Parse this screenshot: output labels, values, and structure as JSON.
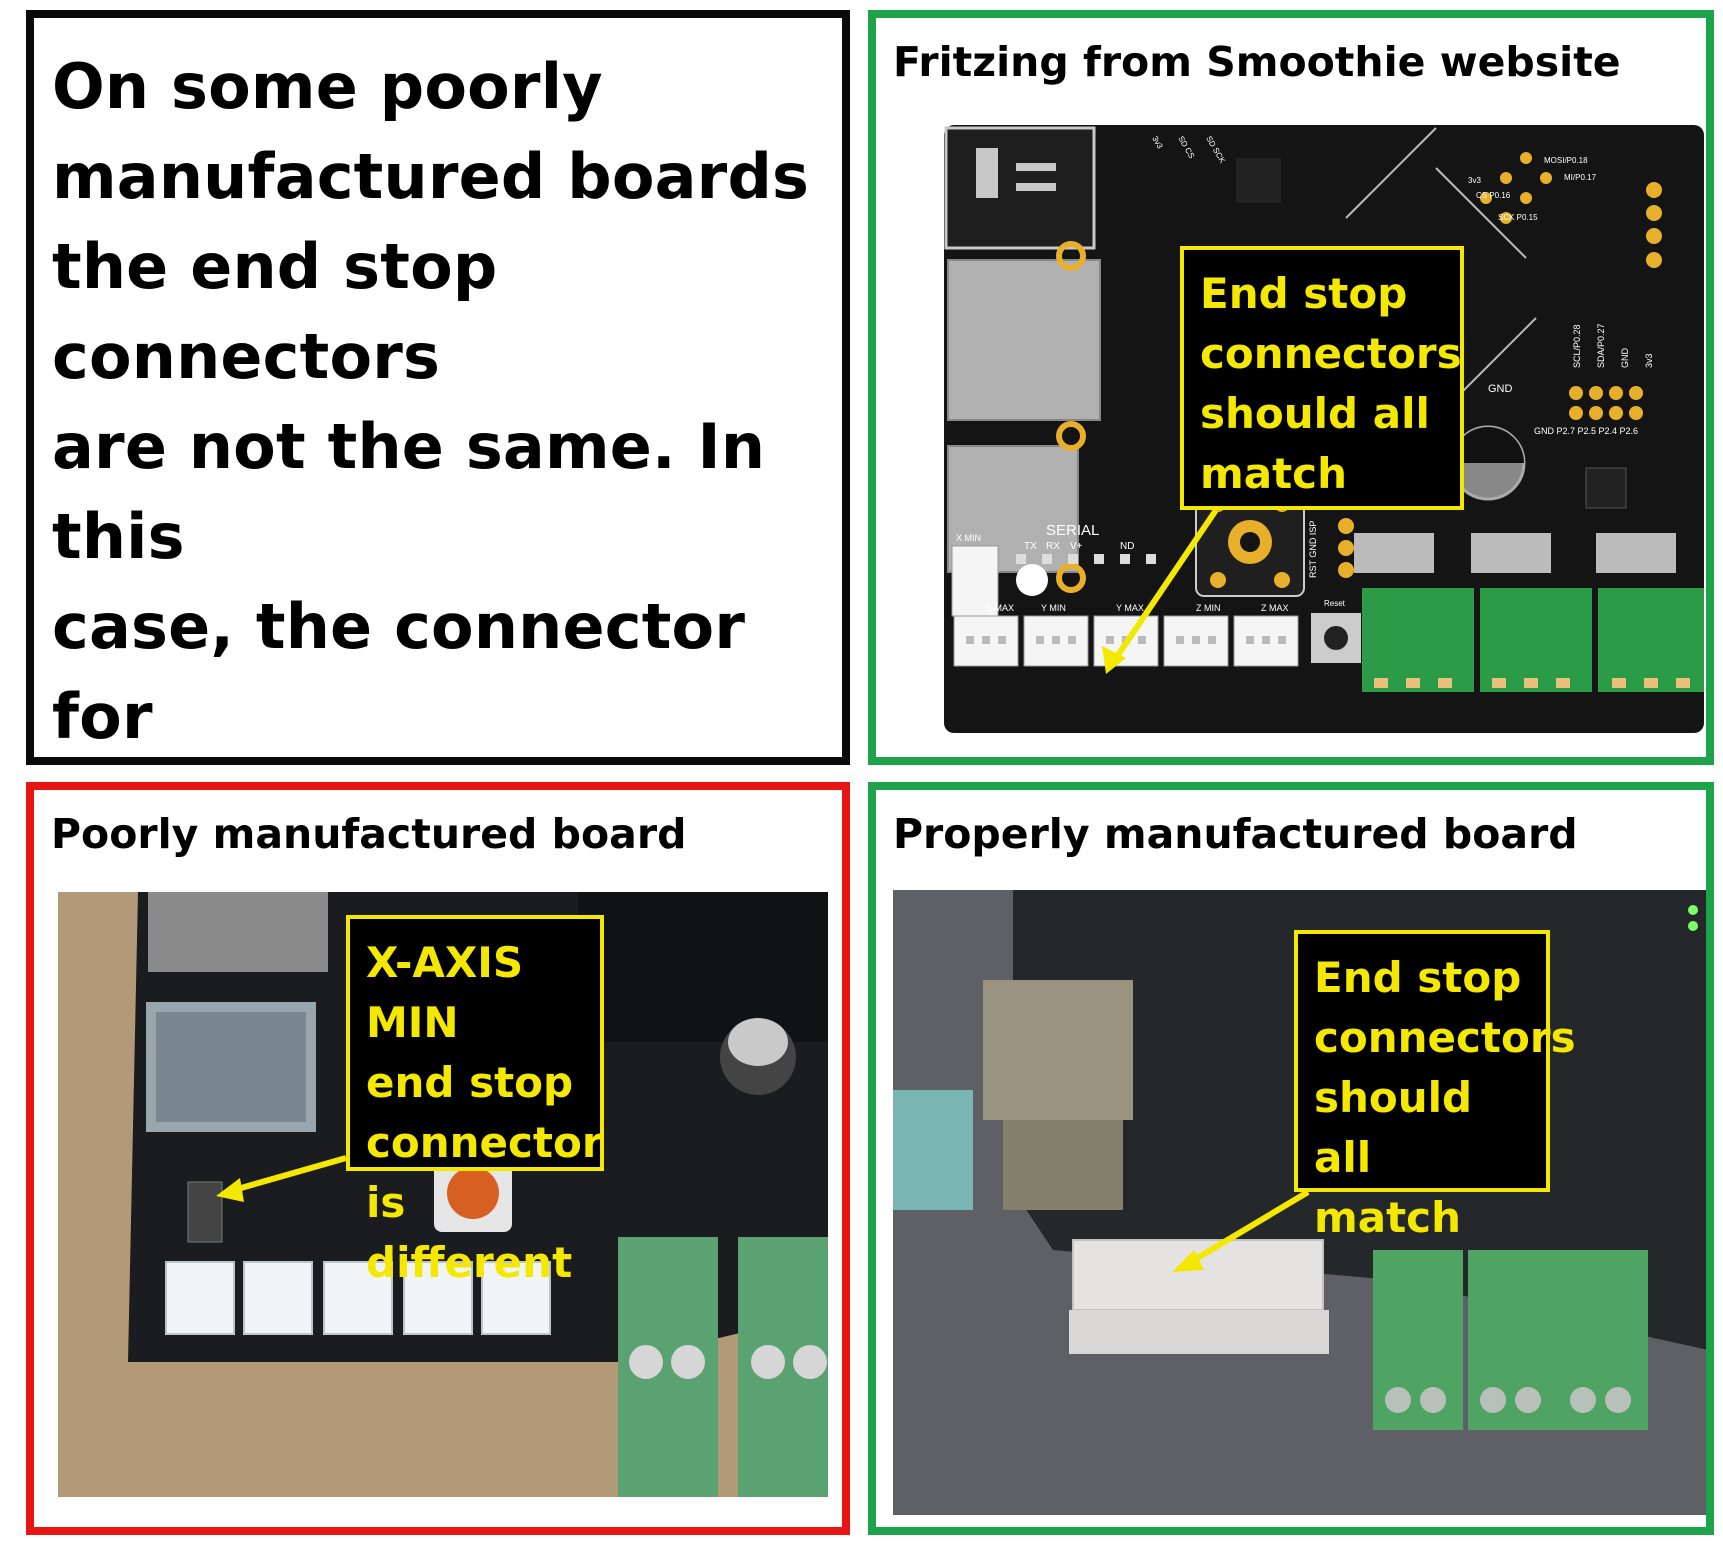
{
  "intro_text": "On some poorly\nmanufactured boards\nthe end stop connectors\nare not the same.  In this\ncase, the connector for\nthe x-axis minimum was\npopulated with header\npins.",
  "fritzing": {
    "title": "Fritzing from Smoothie website",
    "callout": "End stop\nconnectors\nshould all\nmatch",
    "labels": {
      "serial": "SERIAL",
      "tx": "TX",
      "rx": "RX",
      "vplus": "V+",
      "gnd_short": "ND",
      "x_min": "X MIN",
      "x_max": "X MAX",
      "y_min": "Y MIN",
      "y_max": "Y MAX",
      "z_min": "Z MIN",
      "z_max": "Z MAX",
      "reset": "Reset",
      "isp": "RST GND ISP",
      "gnd": "GND",
      "gnd_row": "GND P2.7 P2.5 P2.4 P2.6",
      "mosi": "MOSI/P0.18",
      "miso": "MI/P0.17",
      "cs": "CS P0.16",
      "sck": "SCK P0.15",
      "v3_3": "3v3",
      "sd_cs": "SD CS",
      "sd_sck": "SD SCK",
      "scl": "SCL/P0.28",
      "sda": "SDA/P0.27",
      "gnd_v": "GND",
      "v3_3b": "3v3"
    }
  },
  "poor": {
    "title": "Poorly manufactured board",
    "callout": "X-AXIS MIN\nend stop\nconnector\nis different"
  },
  "proper": {
    "title": "Properly manufactured board",
    "callout": "End stop\nconnectors\nshould all\nmatch"
  },
  "colors": {
    "panel_black": "#0a0a0a",
    "panel_green": "#1ea24a",
    "panel_red": "#e81515",
    "callout_bg": "#000000",
    "callout_text": "#f5e800",
    "board_black": "#141414",
    "terminal_green": "#2c9b47",
    "pad_gold": "#e8b02a"
  }
}
